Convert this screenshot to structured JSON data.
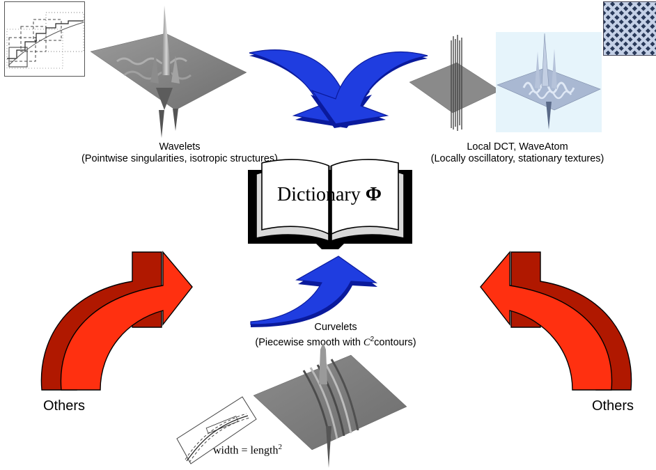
{
  "center": {
    "title_text": "Dictionary",
    "title_symbol": "Φ"
  },
  "wavelets": {
    "label": "Wavelets",
    "description": "(Pointwise singularities, isotropic structures)"
  },
  "local_dct": {
    "label": "Local DCT, WaveAtom",
    "description": "(Locally oscillatory, stationary textures)"
  },
  "curvelets": {
    "label": "Curvelets",
    "description_prefix": "(Piecewise smooth with ",
    "description_math": "C",
    "description_sup": "2",
    "description_suffix": "contours)",
    "relation_lhs": "width",
    "relation_eq": " = ",
    "relation_rhs": "length",
    "relation_sup": "2"
  },
  "others_left": {
    "label": "Others"
  },
  "others_right": {
    "label": "Others"
  },
  "colors": {
    "blue_arrow": "#1f3de0",
    "blue_arrow_dark": "#0a1a9c",
    "red_arrow_light": "#ff3010",
    "red_arrow_dark": "#b01800",
    "surface_gray": "#8a8a8a",
    "waveatom_bg": "#e6f4fb",
    "waveatom_surface": "#a9b8d2"
  }
}
